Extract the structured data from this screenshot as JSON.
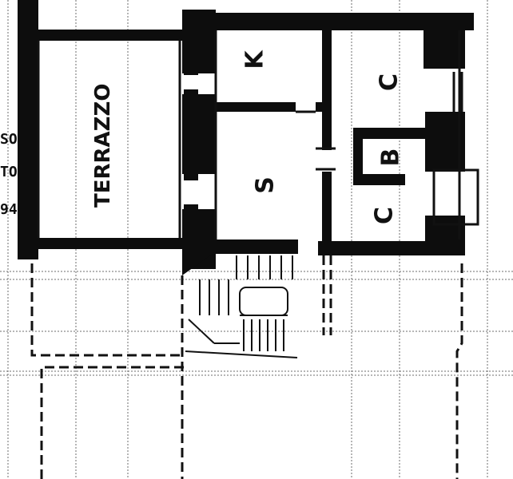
{
  "rooms": {
    "terrace": "TERRAZZO",
    "kitchen": "K",
    "living": "S",
    "bedroom_top": "C",
    "bathroom": "B",
    "bedroom_bottom": "C"
  },
  "edge_fragments": [
    "SO",
    "TO",
    "94"
  ]
}
